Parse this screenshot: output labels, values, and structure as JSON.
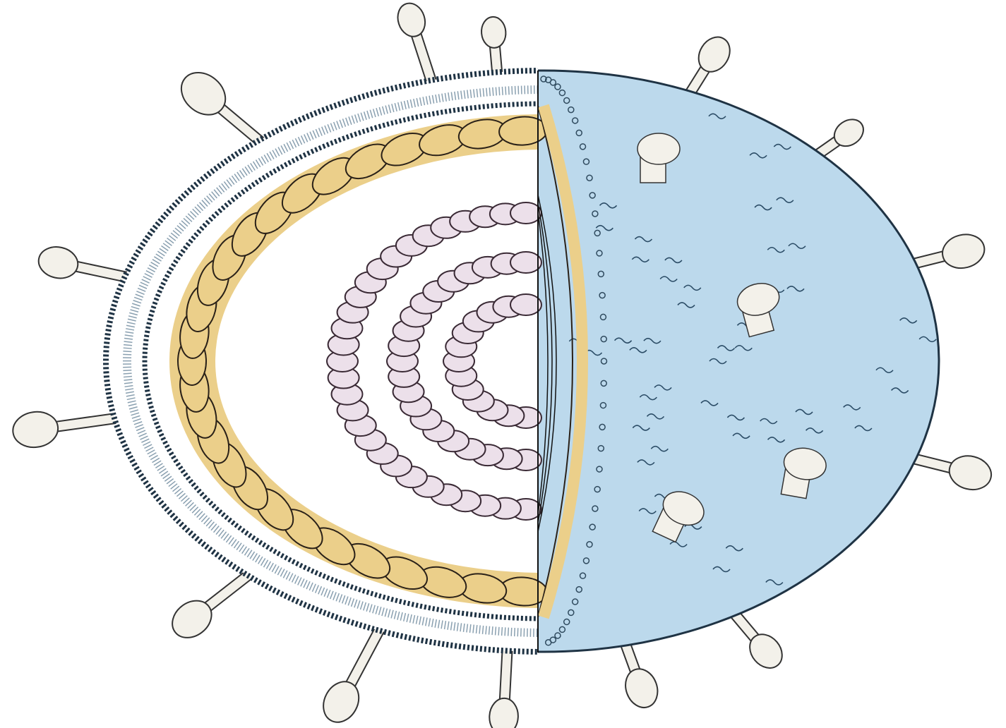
{
  "figure": {
    "subject": "enveloped-virus-cutaway",
    "colors": {
      "background": "#ffffff",
      "envelope_surface": "#bcd9ec",
      "envelope_outline": "#1f3344",
      "lipid_head": "#2f4a5e",
      "capsid_band": "#ebcf8a",
      "capsid_outline": "#2a2118",
      "nucleocapsid_fill": "#ece0ea",
      "nucleocapsid_outline": "#3a2a35",
      "spike_fill": "#f3f1ea",
      "spike_outline": "#333333",
      "interior": "#ffffff"
    },
    "counts": {
      "outer_spikes": 14,
      "surface_spike_knobs": 4,
      "capsomeres": 27,
      "genome_rings": 3
    }
  }
}
